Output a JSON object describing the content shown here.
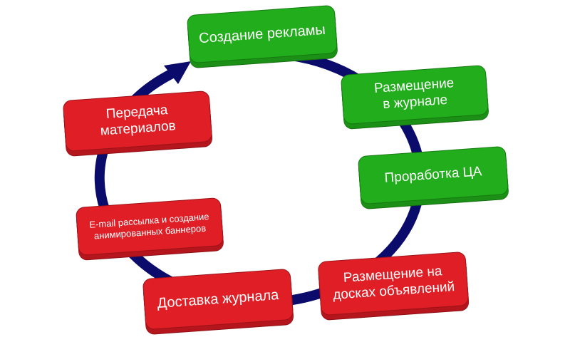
{
  "steps": [
    {
      "label": "Создание рекламы",
      "color": "#22ad1c"
    },
    {
      "label": "Размещение\nв журнале",
      "color": "#22ad1c"
    },
    {
      "label": "Проработка ЦА",
      "color": "#22ad1c"
    },
    {
      "label": "Размещение на\nдосках объявлений",
      "color": "#e01e26"
    },
    {
      "label": "Доставка журнала",
      "color": "#e01e26"
    },
    {
      "label": "E-mail рассылка и создание\nанимированных баннеров",
      "color": "#e01e26"
    },
    {
      "label": "Передача\nматериалов",
      "color": "#e01e26"
    }
  ],
  "ring_color": "#0b0b6b"
}
